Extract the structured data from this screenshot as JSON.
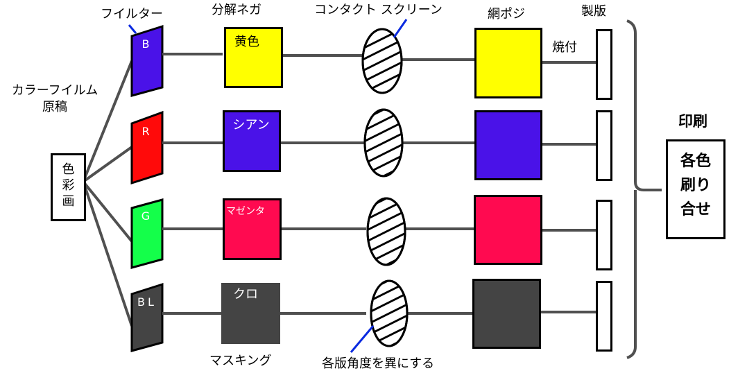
{
  "labels": {
    "original_line1": "カラーフイルム",
    "original_line2": "原稿",
    "filter": "フイルター",
    "separation_negative": "分解ネガ",
    "contact_screen": "コンタクト スクリーン",
    "halftone_positive": "網ポジ",
    "printing_plate": "製版",
    "burn_in": "焼付",
    "masking": "マスキング",
    "screen_angle_note": "各版角度を異にする",
    "printing": "印刷",
    "color_chars": [
      "色",
      "彩",
      "画"
    ],
    "overprint_lines": [
      "各色",
      "刷り",
      "合せ"
    ]
  },
  "rows": [
    {
      "filter_label": "B",
      "filter_color": "#4a12e8",
      "negative_label": "黄色",
      "negative_color": "#ffff00",
      "positive_color": "#ffff00"
    },
    {
      "filter_label": "R",
      "filter_color": "#ff0a0a",
      "negative_label": "シアン",
      "negative_color": "#4a12e8",
      "positive_color": "#4a12e8"
    },
    {
      "filter_label": "G",
      "filter_color": "#14ff4a",
      "negative_label": "マゼンタ",
      "negative_color": "#ff0a50",
      "positive_color": "#ff0a50"
    },
    {
      "filter_label": "BL",
      "filter_color": "#444444",
      "negative_label": "クロ",
      "negative_color": "#444444",
      "positive_color": "#444444"
    }
  ],
  "colors": {
    "line": "#505050",
    "pointer": "#0a2ae0",
    "outline": "#000000"
  }
}
